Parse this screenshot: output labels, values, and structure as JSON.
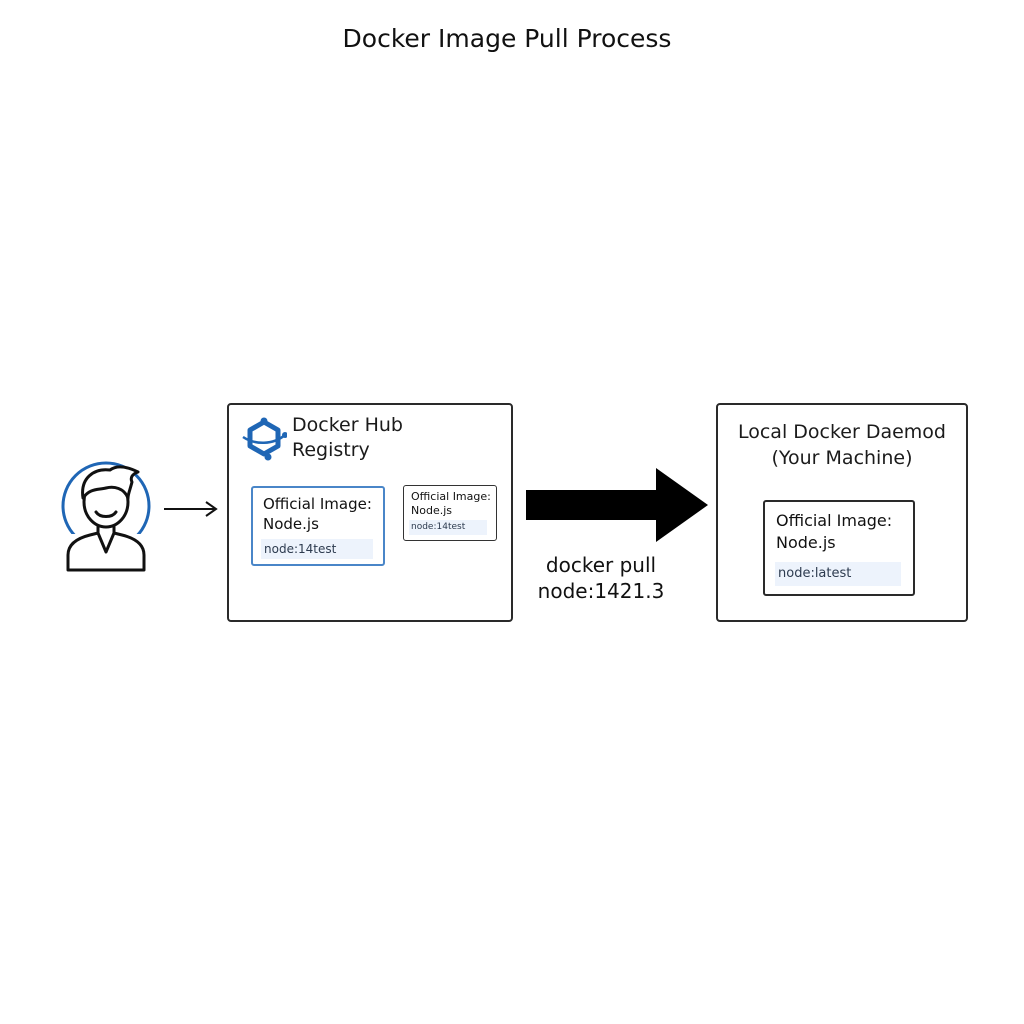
{
  "title": "Docker Image Pull Process",
  "icons": {
    "user": "user-avatar-icon",
    "registry_logo": "docker-hub-logo-icon",
    "small_arrow": "arrow-right-icon",
    "pull_arrow": "big-arrow-right-icon"
  },
  "colors": {
    "accent_blue": "#1f66b5",
    "tag_background": "#edf3fc",
    "line": "#2a2a2a"
  },
  "registry": {
    "title_line1": "Docker Hub",
    "title_line2": "Registry",
    "primary_card": {
      "line1": "Official Image:",
      "line2": "Node.js",
      "tag": "node:14test"
    },
    "secondary_card": {
      "line1": "Official Image:",
      "line2": "Node.js",
      "tag": "node:14test"
    }
  },
  "pull": {
    "line1": "docker pull",
    "line2": "node:1421.3"
  },
  "local": {
    "title_line1": "Local Docker Daemod",
    "title_line2": "(Your Machine)",
    "card": {
      "line1": "Official Image:",
      "line2": "Node.js",
      "tag": "node:latest"
    }
  }
}
